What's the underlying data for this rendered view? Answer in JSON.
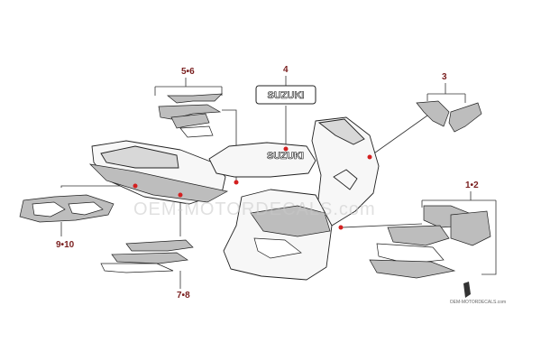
{
  "callouts": {
    "c56": "5•6",
    "c4": "4",
    "c3": "3",
    "c12": "1•2",
    "c910": "9•10",
    "c78": "7•8"
  },
  "emblem": {
    "text": "SUZUKI"
  },
  "tank_badge": {
    "text": "SUZUKI"
  },
  "watermark": {
    "text": "OEM-MOTORDECALS.com"
  },
  "credit": {
    "text": "OEM-MOTORDECALS.com"
  },
  "colors": {
    "callout": "#7a1f1f",
    "marker": "#d42020",
    "outline": "#222222"
  }
}
